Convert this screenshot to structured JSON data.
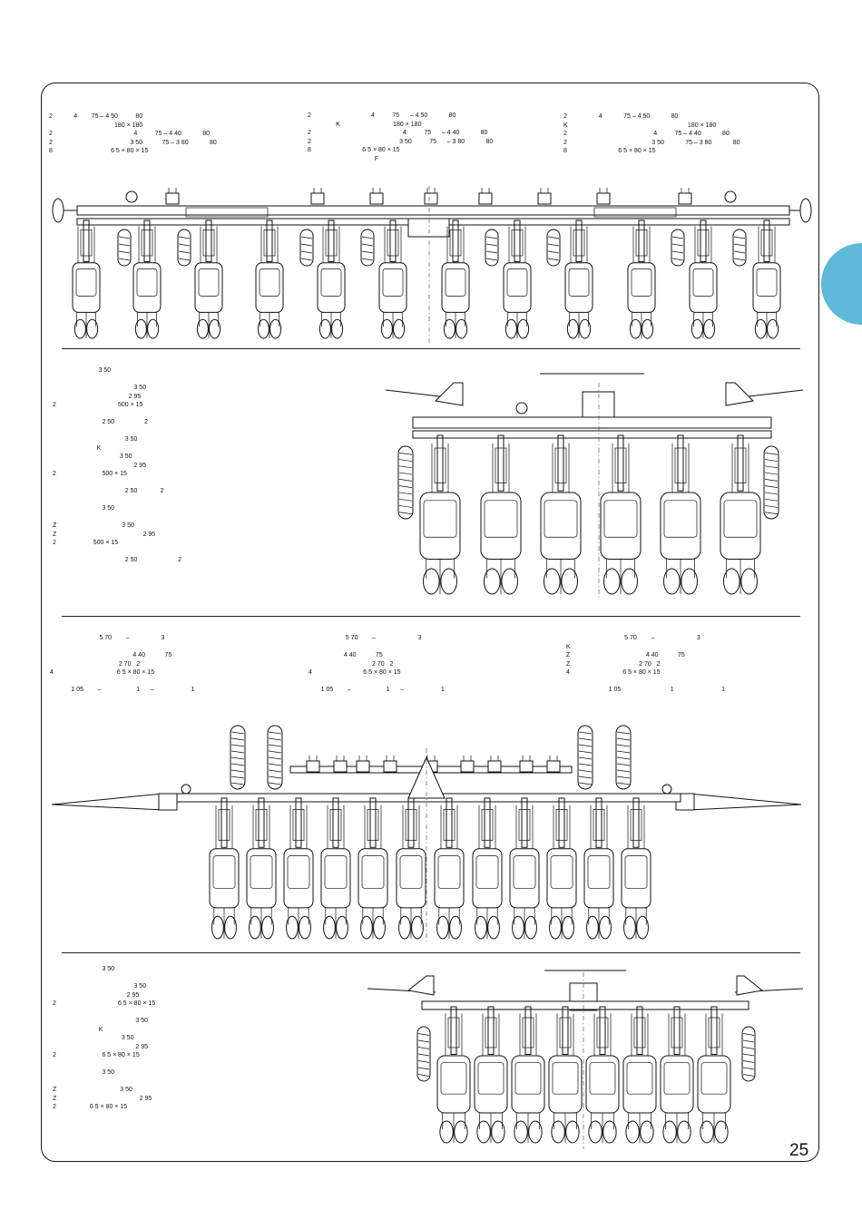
{
  "page_number": "25",
  "tab_color": "#5eb8d8",
  "sections": {
    "s1": {
      "col1": [
        "2            4        75 – 4 50          80",
        "                                     180 × 180",
        "2                                              4          75 – 4 40            80",
        "2                                            3 50           75 – 3 80            80",
        "8                                 6 5 × 80 × 15"
      ],
      "col2": [
        "2                                  4          75      – 4 50            80",
        "                K                              180 × 180",
        "2                                                    4          75      – 4 40            80",
        "2                                                  3 50          75      – 3 80            80",
        "8                             6 5 × 80 × 15",
        "                                      F"
      ],
      "col3": [
        "2                  4            75 – 4 50            80",
        "K                                                                    180 × 180",
        "2                                                 4          75 – 4 40            80",
        "2                                                3 50            75 – 3 80            80",
        "8                             6 5 × 80 × 15"
      ]
    },
    "s2": {
      "col1": [
        "                          3 50",
        "",
        "                                              3 50",
        "                                           2 95",
        "2                                   500 × 15",
        "",
        "                            2 50                 2",
        "",
        "                                         3 50",
        "                         K",
        "                                      3 50",
        "                                              2 95",
        "2                          500 × 15",
        "",
        "                                         2 50             2",
        "",
        "                            3 50",
        "",
        "Z                                     3 50",
        "Z                                                 2 95",
        "2                     500 × 15",
        "",
        "                                         2 50                       2"
      ]
    },
    "s3": {
      "col1": [
        "                            5 70        –                  3",
        "",
        "                                               4 40           75",
        "                                       2 70   2",
        "4                                    6 5 × 80 × 15",
        "",
        "            1 05        –                    1      –                     1"
      ],
      "col2": [
        "                     5 70        –                        3",
        "",
        "                    4 40           75",
        "                                    2 70   2",
        "4                             6 5 × 80 × 15",
        "",
        "       1 05        –                    1      –                     1"
      ],
      "col3": [
        "                                 5 70        –                        3",
        "K",
        "Z                                           4 40           75",
        "Z                                       2 70   2",
        "4                              6 5 × 80 × 15",
        "",
        "                        1 05                            1                           1"
      ]
    },
    "s4": {
      "col1": [
        "                            3 50",
        "",
        "                                              3 50",
        "                                          2 95",
        "2                                   6 5 × 80 × 15",
        "",
        "                                               3 50",
        "                          K",
        "                                       3 50",
        "                                               2 95",
        "2                          6 5 × 80 × 15",
        "",
        "                            3 50",
        "",
        "Z                                    3 50",
        "Z                                               2 95",
        "2                   6 5 × 80 × 15"
      ]
    }
  }
}
